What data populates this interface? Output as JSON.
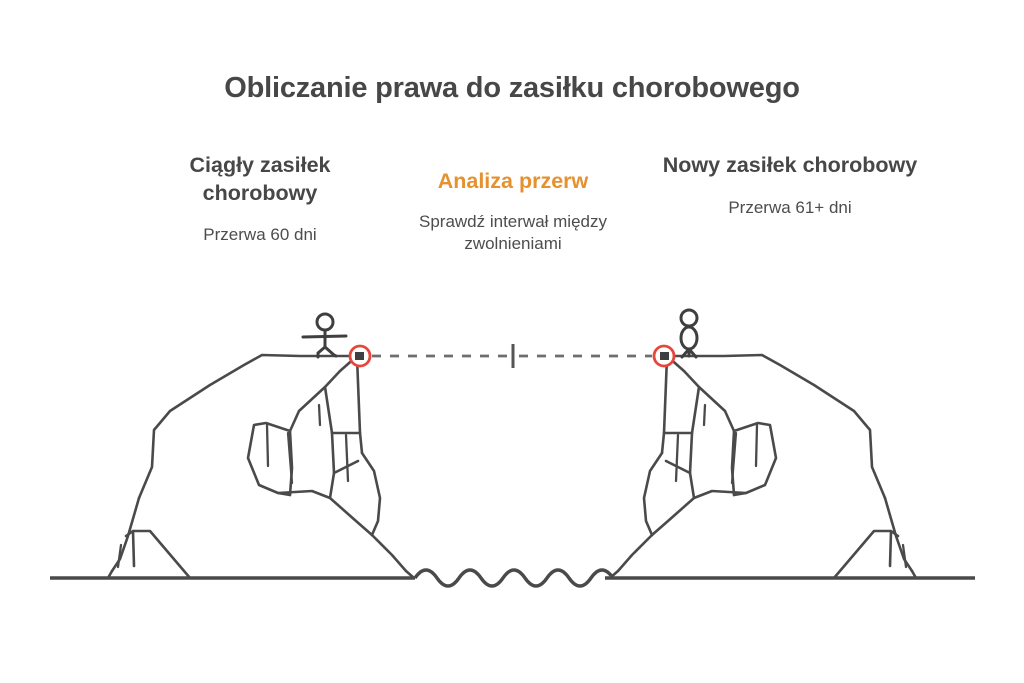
{
  "page": {
    "title": "Obliczanie prawa do zasiłku chorobowego",
    "background_color": "#ffffff",
    "text_color": "#4a4a4a",
    "accent_color": "#e5912f",
    "marker_color": "#e8453c",
    "line_color": "#4a4a4a"
  },
  "columns": {
    "left": {
      "heading": "Ciągły zasiłek chorobowy",
      "subtitle": "Przerwa 60 dni"
    },
    "center": {
      "heading": "Analiza przerw",
      "subtitle": "Sprawdź interwał między zwolnieniami"
    },
    "right": {
      "heading": "Nowy zasiłek chorobowy",
      "subtitle": "Przerwa 61+ dni"
    }
  },
  "illustration": {
    "description": "Dwa klify z postaciami połączone linią przerywaną",
    "left_peak_marker": "red-circle-marker",
    "right_peak_marker": "red-circle-marker",
    "center_divider": "interval-tick",
    "connector": "dashed-gap-line",
    "water": "wavy-water-line",
    "ground": "ground-line"
  }
}
